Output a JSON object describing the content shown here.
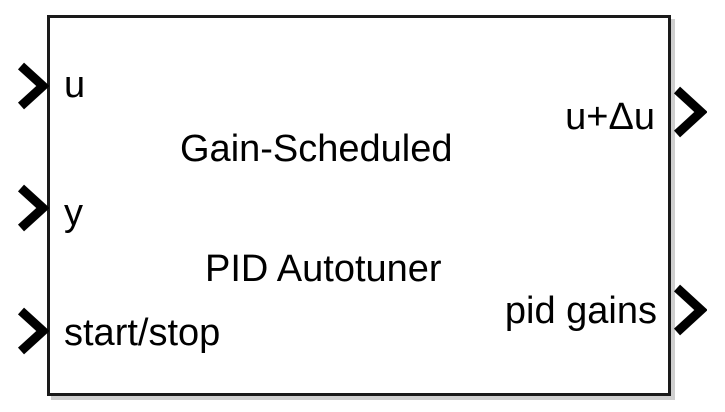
{
  "block": {
    "title_line1": "Gain-Scheduled",
    "title_line2": "PID Autotuner",
    "colors": {
      "border": "#1a1a1a",
      "background": "#ffffff",
      "text": "#000000",
      "shadow": "#cfcfcf"
    }
  },
  "inports": [
    {
      "label": "u",
      "icon": "chevron-right-icon"
    },
    {
      "label": "y",
      "icon": "chevron-right-icon"
    },
    {
      "label": "start/stop",
      "icon": "chevron-right-icon"
    }
  ],
  "outports": [
    {
      "label": "u+Δu",
      "icon": "chevron-right-icon"
    },
    {
      "label": "pid gains",
      "icon": "chevron-right-icon"
    }
  ]
}
